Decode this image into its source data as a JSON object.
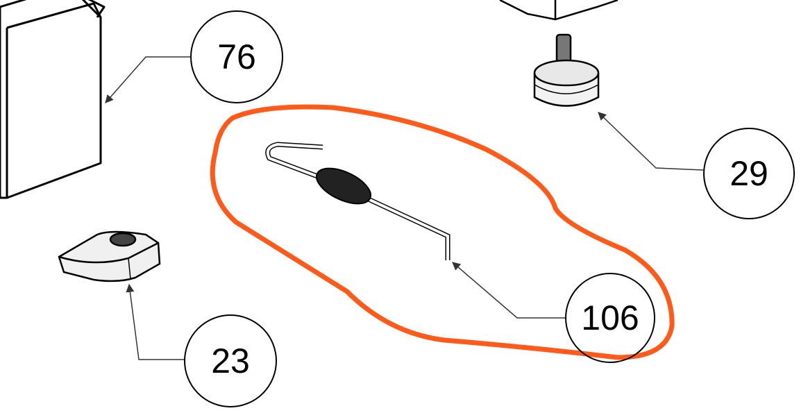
{
  "callouts": [
    {
      "id": "76",
      "label": "76"
    },
    {
      "id": "29",
      "label": "29"
    },
    {
      "id": "23",
      "label": "23"
    },
    {
      "id": "106",
      "label": "106"
    }
  ],
  "highlight_color": "#ff5a1a",
  "line_color": "#000000"
}
